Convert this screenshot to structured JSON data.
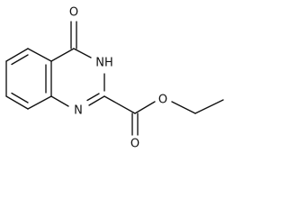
{
  "molecule": {
    "atoms": {
      "carbonyl_oxygen": "O",
      "nh": "NH",
      "ring_nitrogen": "N",
      "ester_carbonyl_oxygen": "O",
      "ester_oxygen": "O"
    }
  },
  "colors": {
    "bond": "#111111",
    "label": "#111111",
    "background": "#ffffff"
  }
}
